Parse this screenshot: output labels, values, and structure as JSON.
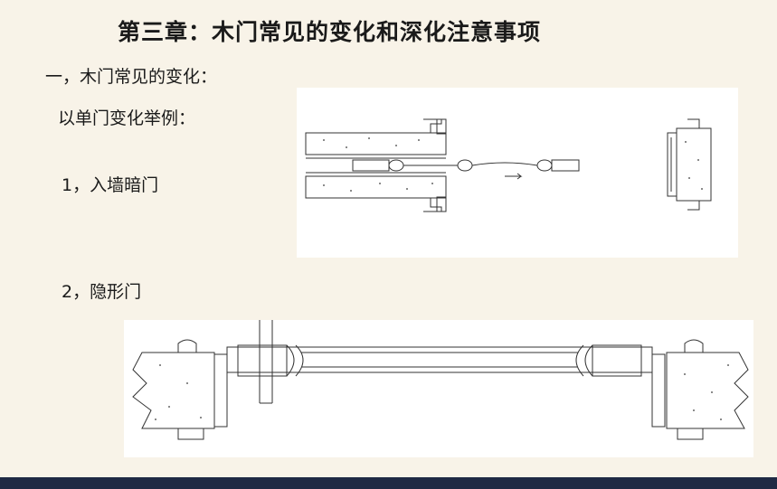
{
  "slide": {
    "title": "第三章：木门常见的变化和深化注意事项",
    "section_heading": "一，木门常见的变化：",
    "intro": "以单门变化举例：",
    "items": [
      {
        "label": "1，入墙暗门"
      },
      {
        "label": "2，隐形门"
      }
    ]
  },
  "colors": {
    "background": "#f8f3e8",
    "bottom_bar": "#1f2a44",
    "drawing_line": "#333333",
    "panel": "#ffffff"
  }
}
